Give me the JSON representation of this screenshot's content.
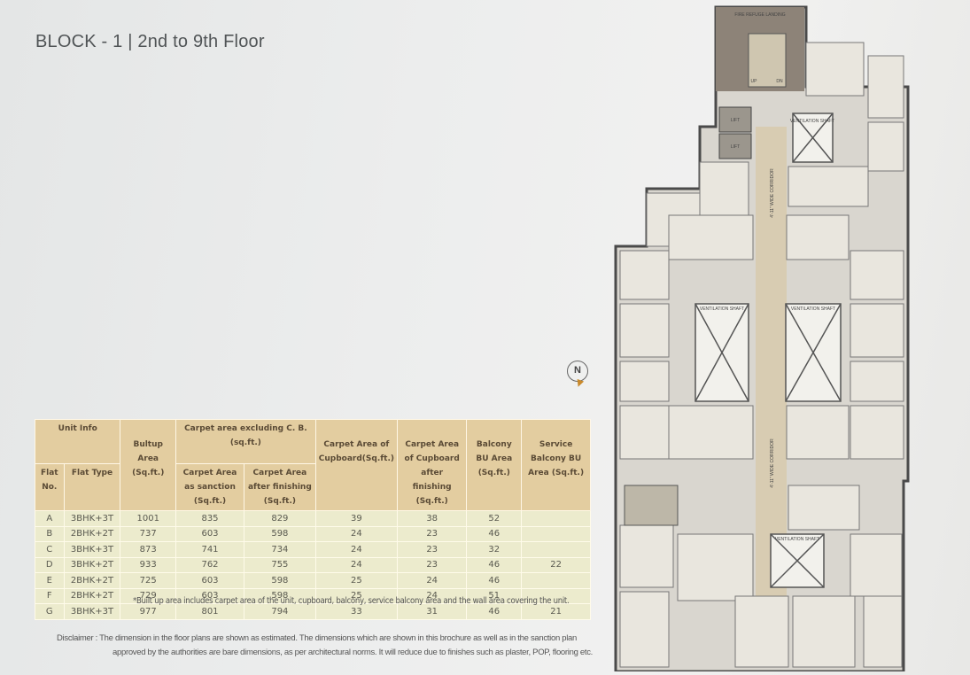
{
  "title": "BLOCK - 1 | 2nd  to 9th Floor",
  "table": {
    "group_headers": [
      "Unit Info",
      "Carpet area excluding C. B. (sq.ft.)"
    ],
    "columns": [
      "Flat No.",
      "Flat Type",
      "Bultup Area (Sq.ft.)",
      "Carpet Area as sanction (Sq.ft.)",
      "Carpet Area after finishing (Sq.ft.)",
      "Carpet Area of Cupboard(Sq.ft.)",
      "Carpet Area of Cupboard after finishing (Sq.ft.)",
      "Balcony BU Area (Sq.ft.)",
      "Service Balcony BU Area (Sq.ft.)"
    ],
    "rows": [
      [
        "A",
        "3BHK+3T",
        "1001",
        "835",
        "829",
        "39",
        "38",
        "52",
        ""
      ],
      [
        "B",
        "2BHK+2T",
        "737",
        "603",
        "598",
        "24",
        "23",
        "46",
        ""
      ],
      [
        "C",
        "3BHK+3T",
        "873",
        "741",
        "734",
        "24",
        "23",
        "32",
        ""
      ],
      [
        "D",
        "3BHK+2T",
        "933",
        "762",
        "755",
        "24",
        "23",
        "46",
        "22"
      ],
      [
        "E",
        "2BHK+2T",
        "725",
        "603",
        "598",
        "25",
        "24",
        "46",
        ""
      ],
      [
        "F",
        "2BHK+2T",
        "729",
        "603",
        "598",
        "25",
        "24",
        "51",
        ""
      ],
      [
        "G",
        "3BHK+3T",
        "977",
        "801",
        "794",
        "33",
        "31",
        "46",
        "21"
      ]
    ]
  },
  "footnote": "*Built up area includes carpet area of the unit, cupboard, balcony, service balcony area and the wall area covering the unit.",
  "disclaimer": {
    "line1": "Disclaimer : The dimension in the floor plans are shown as estimated. The dimensions which are shown in this brochure as well as in the sanction plan",
    "line2": "approved by the authorities are bare dimensions, as per architectural norms. It will reduce due to finishes such as plaster, POP, flooring etc."
  },
  "compass": "N",
  "floor_plan": {
    "labels": {
      "refuge": "FIRE REFUGE LANDING",
      "lift1": "LIFT",
      "lift2": "LIFT",
      "shaft1": "VENTILATION SHAFT",
      "shaft2": "VENTILATION SHAFT",
      "shaft3": "VENTILATION SHAFT",
      "shaft4": "VENTILATION SHAFT",
      "corridor": "4'-11\" WIDE CORRIDOR",
      "up": "UP",
      "dn": "DN"
    }
  }
}
